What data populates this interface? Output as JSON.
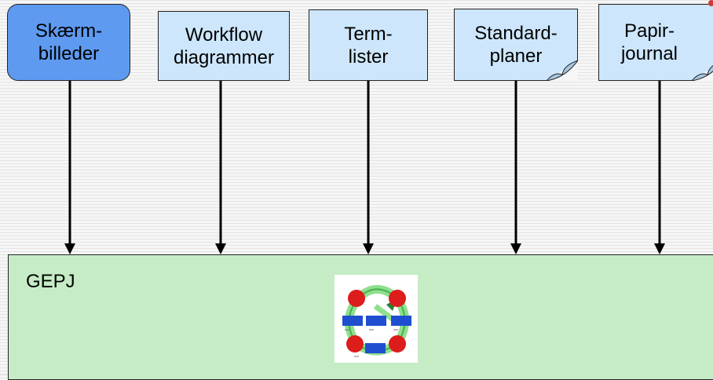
{
  "boxes": [
    {
      "id": "skaermbilleder",
      "label": "Skærm-\nbilleder",
      "style": "rounded"
    },
    {
      "id": "workflow-diagrammer",
      "label": "Workflow\ndiagrammer",
      "style": "plain"
    },
    {
      "id": "termlister",
      "label": "Term-\nlister",
      "style": "plain"
    },
    {
      "id": "standardplaner",
      "label": "Standard-\nplaner",
      "style": "note"
    },
    {
      "id": "papirjournal",
      "label": "Papir-\njournal",
      "style": "note"
    }
  ],
  "target": {
    "label": "GEPJ",
    "icon": "workflow-cycle-icon"
  },
  "colors": {
    "box_fill": "#cde6fb",
    "highlight_fill": "#5e9af0",
    "target_fill": "#c6ecc6",
    "arrow": "#000000"
  }
}
